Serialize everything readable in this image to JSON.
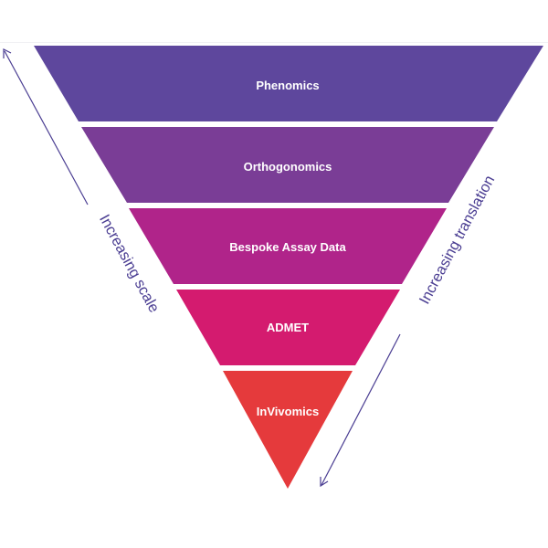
{
  "funnel": {
    "layers": [
      {
        "label": "Phenomics",
        "color": "#5e479d"
      },
      {
        "label": "Orthogonomics",
        "color": "#7a3d96"
      },
      {
        "label": "Bespoke Assay Data",
        "color": "#b0248a"
      },
      {
        "label": "ADMET",
        "color": "#d41b6f"
      },
      {
        "label": "InVivomics",
        "color": "#e53a3c"
      }
    ]
  },
  "annotations": {
    "left": {
      "label": "Increasing scale",
      "color": "#4a3d92"
    },
    "right": {
      "label": "Increasing translation",
      "color": "#4a3d92"
    }
  }
}
